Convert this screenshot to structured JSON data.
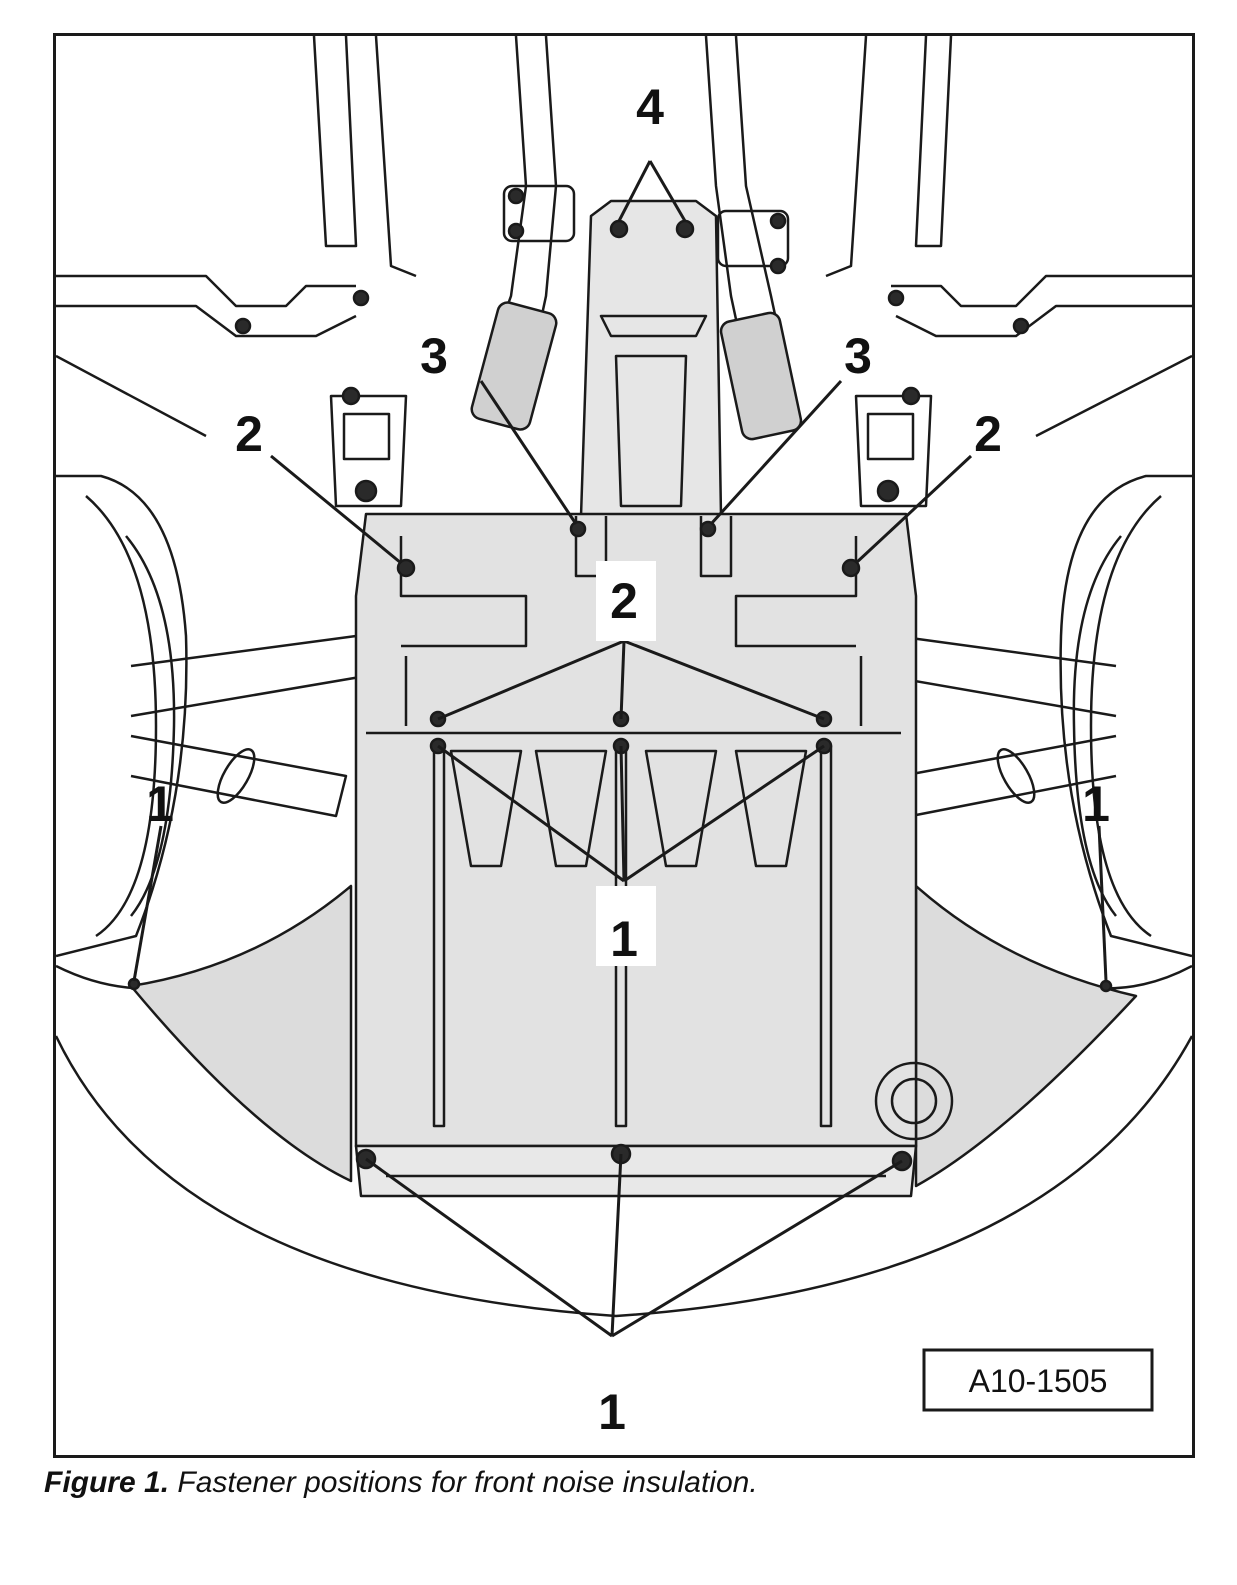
{
  "figure": {
    "reference_code": "A10-1505",
    "callouts": {
      "fastener_1": "1",
      "fastener_2": "2",
      "fastener_3": "3",
      "fastener_4": "4"
    },
    "colors": {
      "line": "#1a1a1a",
      "panel_fill": "#e2e2e2",
      "background": "#ffffff"
    }
  },
  "caption": {
    "label": "Figure 1.",
    "text": " Fastener positions for front noise insulation."
  }
}
